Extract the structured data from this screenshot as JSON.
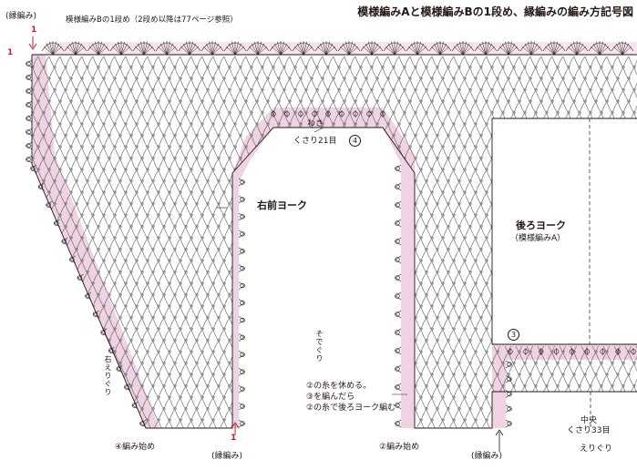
{
  "title": "模様編みAと模様編みBの1段め、縁編みの編み方記号図",
  "labels": {
    "edging_top": "(縁編み)",
    "edging_bottom_left": "(縁編み)",
    "edging_bottom_center": "(縁編み)",
    "pattern_b_note": "模様編みBの1段め（2段め以降は77ページ参照）",
    "armhole_waki": "わき",
    "armhole_kusari": "くさり21目",
    "right_front_yoke": "右前ヨーク",
    "back_yoke": "後ろヨーク",
    "back_yoke_pattern": "（模様編みA）",
    "sleeve_edge": "そでぐり",
    "right_collar_edge": "右えりぐり",
    "start_4": "④編み始め",
    "start_2": "②編み始め",
    "note_line1": "②の糸を休める。",
    "note_line2": "③を編んだら",
    "note_line3": "②の糸で後ろヨーク編む",
    "center": "中央",
    "center_kusari": "くさり33目",
    "collar_edge": "えりぐり",
    "marker_4": "4",
    "marker_3": "3",
    "marker_1_top": "1",
    "marker_1_left": "1",
    "marker_1_bottom": "1"
  },
  "colors": {
    "ink": "#231815",
    "edging_fill": "#efd3e3",
    "paper": "#ffffff"
  }
}
